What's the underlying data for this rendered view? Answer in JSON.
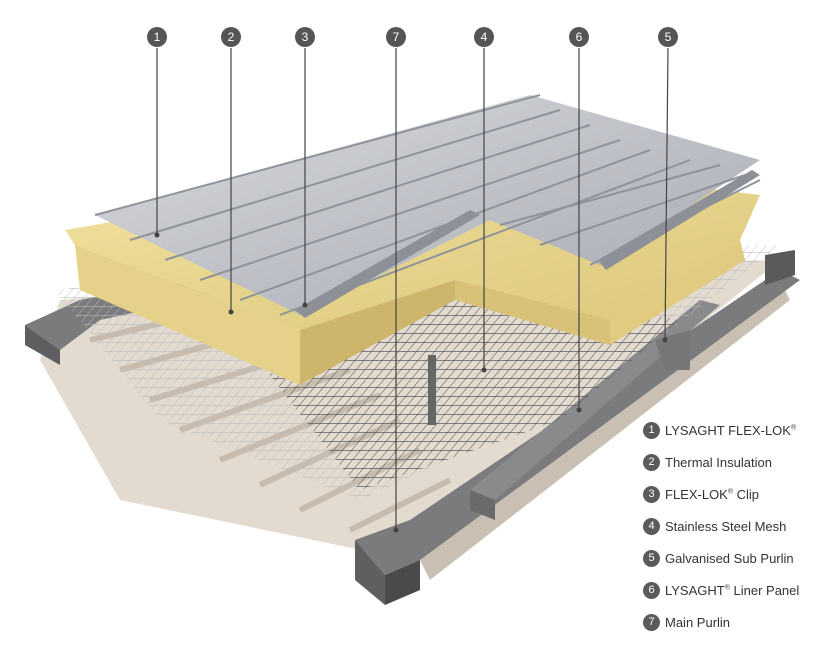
{
  "callouts": [
    {
      "number": "1"
    },
    {
      "number": "2"
    },
    {
      "number": "3"
    },
    {
      "number": "7"
    },
    {
      "number": "4"
    },
    {
      "number": "6"
    },
    {
      "number": "5"
    }
  ],
  "legend": [
    {
      "number": "1",
      "label": "LYSAGHT FLEX-LOK",
      "suffix": "®",
      "after": ""
    },
    {
      "number": "2",
      "label": "Thermal Insulation",
      "suffix": "",
      "after": ""
    },
    {
      "number": "3",
      "label": "FLEX-LOK",
      "suffix": "®",
      "after": " Clip"
    },
    {
      "number": "4",
      "label": "Stainless Steel Mesh",
      "suffix": "",
      "after": ""
    },
    {
      "number": "5",
      "label": "Galvanised Sub Purlin",
      "suffix": "",
      "after": ""
    },
    {
      "number": "6",
      "label": "LYSAGHT",
      "suffix": "®",
      "after": " Liner Panel"
    },
    {
      "number": "7",
      "label": "Main Purlin",
      "suffix": "",
      "after": ""
    }
  ],
  "colors": {
    "badge": "#5a5a5a",
    "insulation": "#e8d68c",
    "steel": "#b9bcc2",
    "purlin": "#6e6e70",
    "liner": "#d9cfc2"
  }
}
